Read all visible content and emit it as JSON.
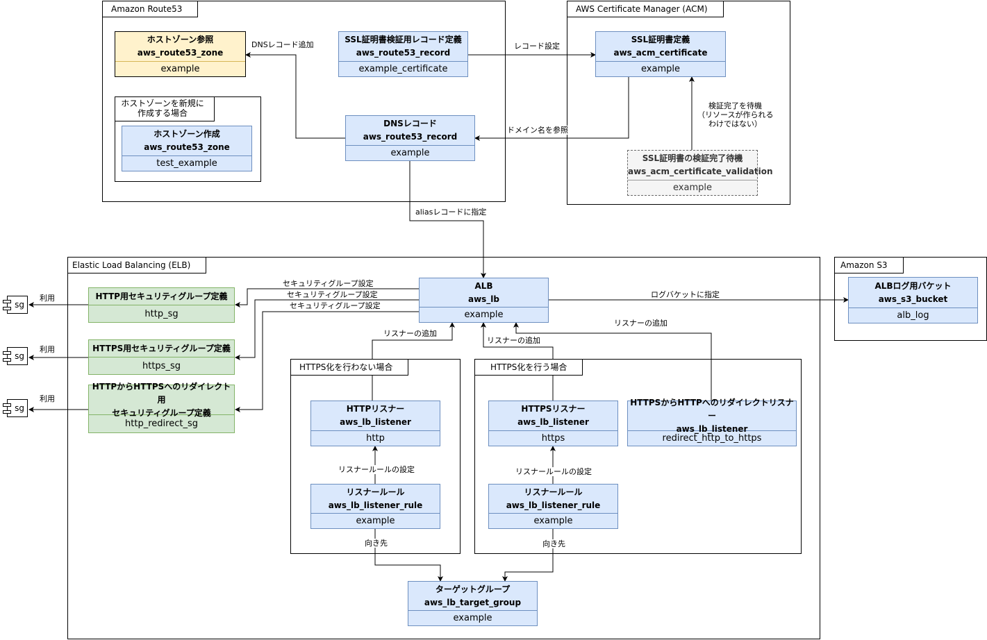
{
  "frames": {
    "route53": "Amazon Route53",
    "acm": "AWS Certificate Manager (ACM)",
    "elb": "Elastic Load Balancing (ELB)",
    "s3": "Amazon S3",
    "new_zone": "ホストゾーンを新規に 作成する場合",
    "no_https": "HTTPS化を行わない場合",
    "https": "HTTPS化を行う場合"
  },
  "nodes": {
    "zone_ref": {
      "title": "ホストゾーン参照",
      "type": "aws_route53_zone",
      "name": "example"
    },
    "cert_record": {
      "title": "SSL証明書検証用レコード定義",
      "type": "aws_route53_record",
      "name": "example_certificate"
    },
    "zone_create": {
      "title": "ホストゾーン作成",
      "type": "aws_route53_zone",
      "name": "test_example"
    },
    "dns_record": {
      "title": "DNSレコード",
      "type": "aws_route53_record",
      "name": "example"
    },
    "acm_cert": {
      "title": "SSL証明書定義",
      "type": "aws_acm_certificate",
      "name": "example"
    },
    "acm_validation": {
      "title": "SSL証明書の検証完了待機",
      "type": "aws_acm_certificate_validation",
      "name": "example"
    },
    "alb": {
      "title": "ALB",
      "type": "aws_lb",
      "name": "example"
    },
    "s3_bucket": {
      "title": "ALBログ用バケット",
      "type": "aws_s3_bucket",
      "name": "alb_log"
    },
    "sg_http": {
      "title": "HTTP用セキュリティグループ定義",
      "name": "http_sg"
    },
    "sg_https": {
      "title": "HTTPS用セキュリティグループ定義",
      "name": "https_sg"
    },
    "sg_redirect": {
      "title1": "HTTPからHTTPSへのリダイレクト用",
      "title2": "セキュリティグループ定義",
      "name": "http_redirect_sg"
    },
    "listener_http": {
      "title": "HTTPリスナー",
      "type": "aws_lb_listener",
      "name": "http"
    },
    "rule_http": {
      "title": "リスナールール",
      "type": "aws_lb_listener_rule",
      "name": "example"
    },
    "listener_https": {
      "title": "HTTPSリスナー",
      "type": "aws_lb_listener",
      "name": "https"
    },
    "listener_redirect": {
      "title": "HTTPSからHTTPへのリダイレクトリスナー",
      "type": "aws_lb_listener",
      "name": "redirect_http_to_https"
    },
    "rule_https": {
      "title": "リスナールール",
      "type": "aws_lb_listener_rule",
      "name": "example"
    },
    "target_group": {
      "title": "ターゲットグループ",
      "type": "aws_lb_target_group",
      "name": "example"
    }
  },
  "edge_labels": {
    "dns_add": "DNSレコード追加",
    "record_set": "レコード設定",
    "domain_ref": "ドメイン名を参照",
    "wait1": "検証完了を待機",
    "wait2": "（リソースが作られる",
    "wait3": "わけではない）",
    "alias": "aliasレコードに指定",
    "sg_set_1": "セキュリティグループ設定",
    "sg_set_2": "セキュリティグループ設定",
    "sg_set_3": "セキュリティグループ設定",
    "log_bucket": "ログバケットに指定",
    "listener_add_1": "リスナーの追加",
    "listener_add_2": "リスナーの追加",
    "listener_add_3": "リスナーの追加",
    "rule_set_1": "リスナールールの設定",
    "rule_set_2": "リスナールールの設定",
    "target_1": "向き先",
    "target_2": "向き先",
    "use_1": "利用",
    "use_2": "利用",
    "use_3": "利用"
  },
  "sg_components": [
    "sg",
    "sg",
    "sg"
  ]
}
